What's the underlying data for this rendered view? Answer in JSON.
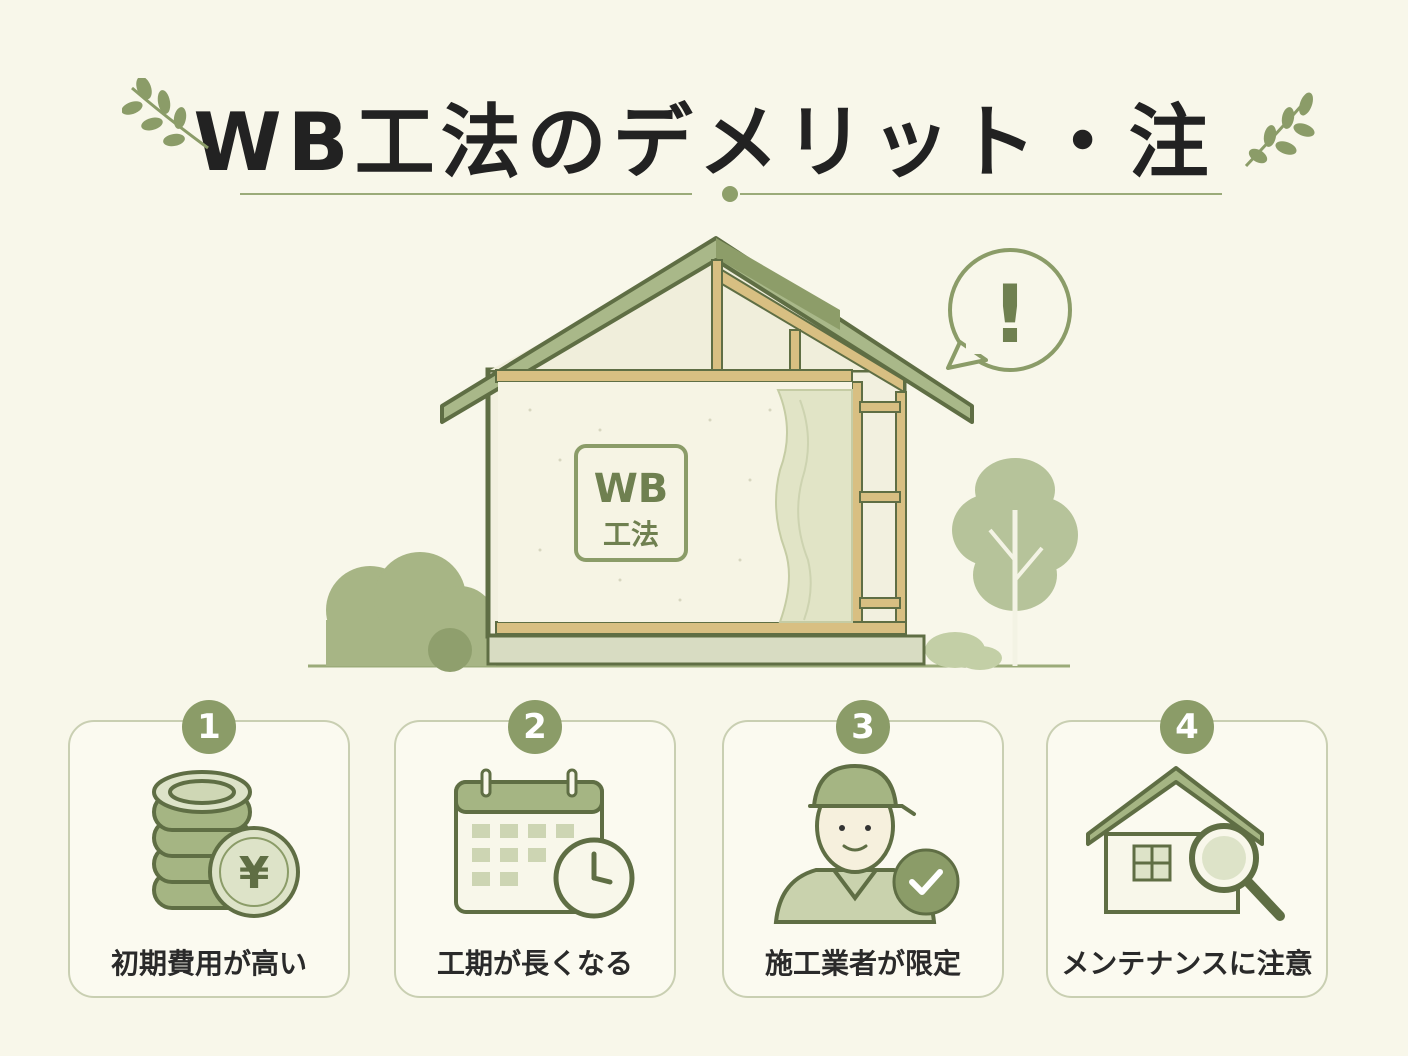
{
  "title": "WB工法のデメリット・注",
  "badge_text": {
    "line1": "WB",
    "line2": "工法"
  },
  "alert_symbol": "!",
  "colors": {
    "background": "#f8f7ea",
    "accent": "#8b9c68",
    "accent_light": "#c7d2a8",
    "wood": "#d8bf82",
    "text": "#222222"
  },
  "icons": [
    "leaf-sprig-icon",
    "house-illustration",
    "speech-bubble-alert-icon",
    "tree-icon",
    "bush-icon",
    "coins-yen-icon",
    "calendar-clock-icon",
    "worker-check-icon",
    "house-magnifier-icon"
  ],
  "cards": [
    {
      "number": "1",
      "label": "初期費用が高い",
      "icon": "coins-yen-icon",
      "currency": "¥"
    },
    {
      "number": "2",
      "label": "工期が長くなる",
      "icon": "calendar-clock-icon"
    },
    {
      "number": "3",
      "label": "施工業者が限定",
      "icon": "worker-check-icon"
    },
    {
      "number": "4",
      "label": "メンテナンスに注意",
      "icon": "house-magnifier-icon"
    }
  ]
}
